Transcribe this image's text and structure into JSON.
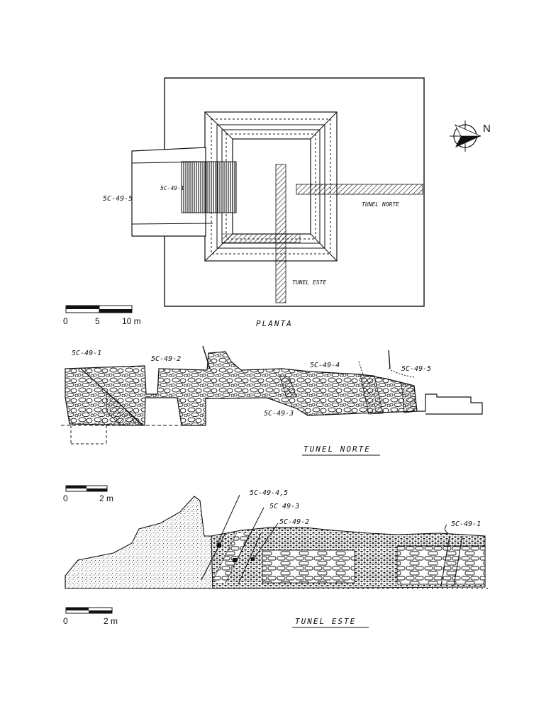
{
  "plan": {
    "title": "PLANTA",
    "labels": {
      "left_unit": "5C-49-5",
      "inner_unit": "5C-49-1",
      "north_tunnel": "TUNEL NORTE",
      "east_tunnel": "TUNEL ESTE"
    },
    "north_arrow": "N",
    "scale": {
      "ticks": [
        "0",
        "5",
        "10 m"
      ]
    }
  },
  "north_section": {
    "title": "TUNEL NORTE",
    "labels": [
      "5C-49-1",
      "5C-49-2",
      "5C-49-4",
      "5C-49-5",
      "5C-49-3"
    ]
  },
  "north_scale": {
    "ticks": [
      "0",
      "2 m"
    ]
  },
  "east_section": {
    "title": "TUNEL ESTE",
    "labels": [
      "5C-49-4,5",
      "5C 49-3",
      "5C-49-2",
      "5C-49-1"
    ]
  },
  "east_scale": {
    "ticks": [
      "0",
      "2 m"
    ]
  }
}
